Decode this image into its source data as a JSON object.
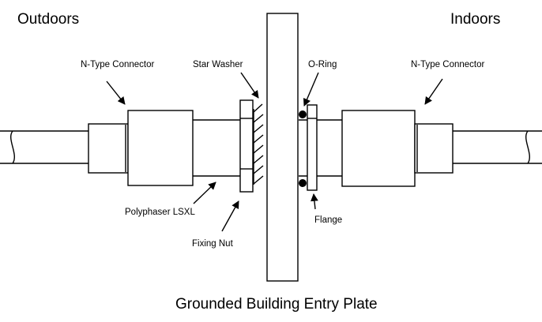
{
  "headings": {
    "outdoors": "Outdoors",
    "indoors": "Indoors"
  },
  "labels": {
    "n_type_connector_left": "N-Type Connector",
    "star_washer": "Star Washer",
    "o_ring": "O-Ring",
    "n_type_connector_right": "N-Type Connector",
    "polyphaser": "Polyphaser LSXL",
    "flange": "Flange",
    "fixing_nut": "Fixing Nut"
  },
  "caption": "Grounded Building Entry Plate"
}
